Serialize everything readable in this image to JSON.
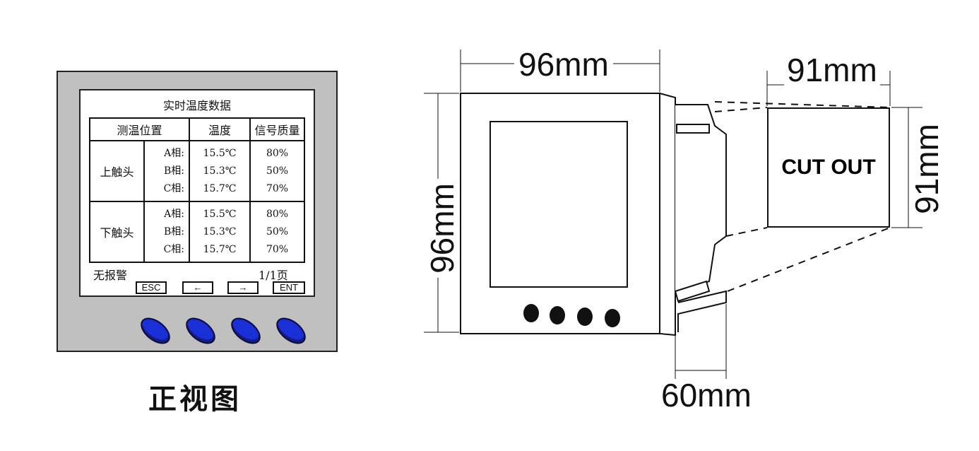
{
  "front_view": {
    "caption": "正视图",
    "screen": {
      "title": "实时温度数据",
      "headers": [
        "测温位置",
        "温度",
        "信号质量"
      ],
      "groups": [
        {
          "name": "上触头",
          "rows": [
            {
              "phase": "A相:",
              "temp": "15.5℃",
              "signal": "80%"
            },
            {
              "phase": "B相:",
              "temp": "15.3℃",
              "signal": "50%"
            },
            {
              "phase": "C相:",
              "temp": "15.7℃",
              "signal": "70%"
            }
          ]
        },
        {
          "name": "下触头",
          "rows": [
            {
              "phase": "A相:",
              "temp": "15.5℃",
              "signal": "80%"
            },
            {
              "phase": "B相:",
              "temp": "15.3℃",
              "signal": "50%"
            },
            {
              "phase": "C相:",
              "temp": "15.7℃",
              "signal": "70%"
            }
          ]
        }
      ],
      "alarm_status": "无报警",
      "page_indicator": "1/1页",
      "softkeys": {
        "esc": "ESC",
        "left": "←",
        "right": "→",
        "enter": "ENT"
      }
    },
    "colors": {
      "bezel": "#c0c0c0",
      "knob": "#1a2fd6"
    }
  },
  "dimensions": {
    "width": "96mm",
    "height": "96mm",
    "depth": "60mm",
    "cutout_width": "91mm",
    "cutout_height": "91mm",
    "cutout_label": "CUT OUT"
  }
}
